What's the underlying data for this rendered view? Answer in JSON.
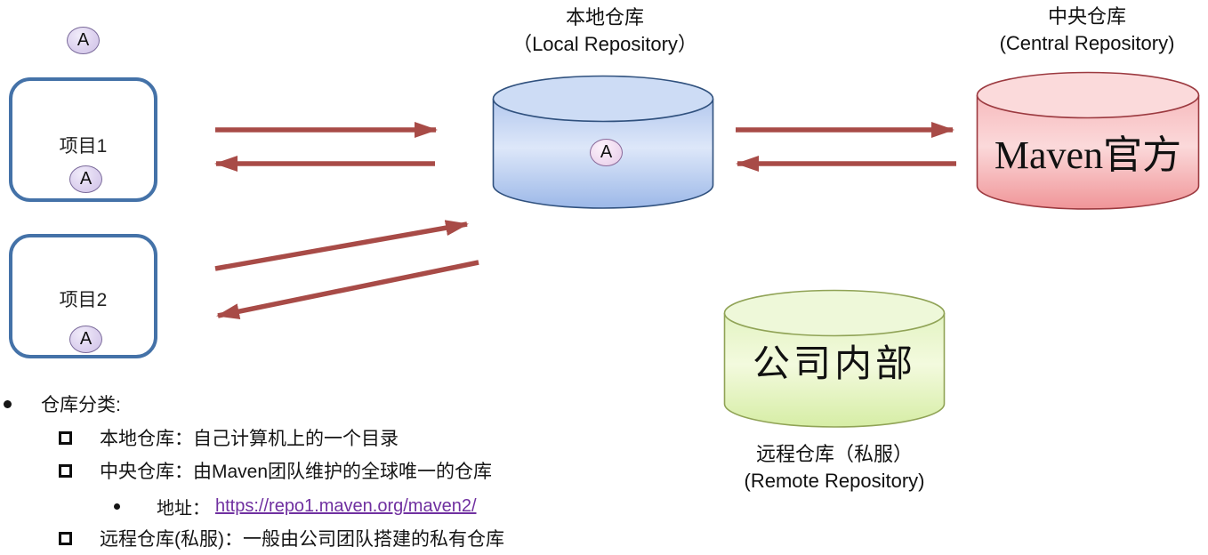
{
  "diagram": {
    "artifact_badge": "A",
    "project1": {
      "label": "项目1",
      "badge": "A"
    },
    "project2": {
      "label": "项目2",
      "badge": "A"
    },
    "local_repo": {
      "title_zh": "本地仓库",
      "title_en": "（Local Repository）",
      "badge": "A"
    },
    "central_repo": {
      "title_zh": "中央仓库",
      "title_en": "(Central Repository)",
      "body": "Maven官方"
    },
    "remote_repo": {
      "body": "公司内部",
      "caption_zh": "远程仓库（私服）",
      "caption_en": "(Remote Repository)"
    }
  },
  "notes": {
    "heading": "仓库分类:",
    "item1": "本地仓库：自己计算机上的一个目录",
    "item2": "中央仓库：由Maven团队维护的全球唯一的仓库",
    "sub_label": "地址：",
    "sub_link": "https://repo1.maven.org/maven2/",
    "item3": "远程仓库(私服)：一般由公司团队搭建的私有仓库"
  },
  "colors": {
    "arrow": "#a84b47",
    "project_border": "#4472a8",
    "local_cylinder_border": "#30517e",
    "central_cylinder_border": "#9c3a40",
    "remote_cylinder_border": "#90a356",
    "link": "#7030a0"
  }
}
